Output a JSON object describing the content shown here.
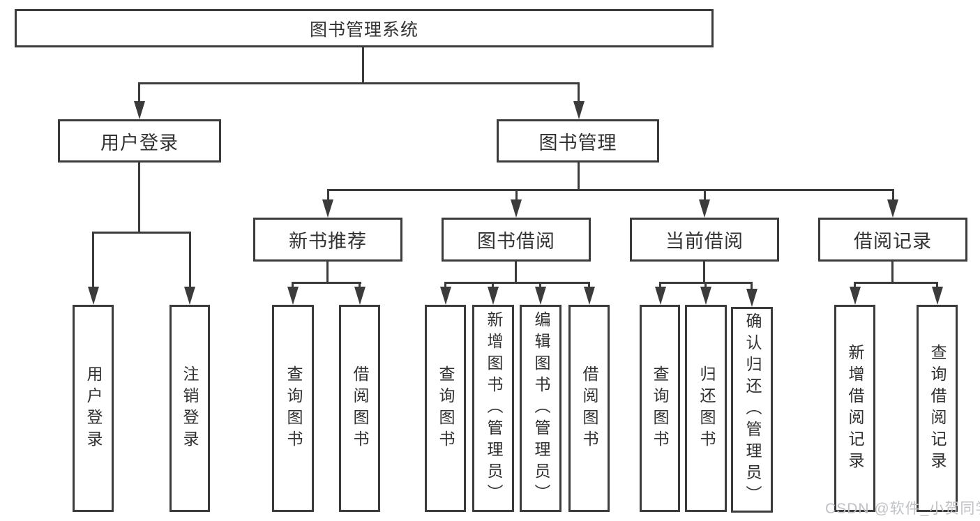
{
  "diagram": {
    "title": "图书管理系统",
    "branches": [
      {
        "label": "用户登录",
        "children": [
          {
            "label": "用户登录"
          },
          {
            "label": "注销登录"
          }
        ]
      },
      {
        "label": "图书管理",
        "sections": [
          {
            "label": "新书推荐",
            "children": [
              {
                "label": "查询图书"
              },
              {
                "label": "借阅图书"
              }
            ]
          },
          {
            "label": "图书借阅",
            "children": [
              {
                "label": "查询图书"
              },
              {
                "label": "新增图书（管理员）"
              },
              {
                "label": "编辑图书（管理员）"
              },
              {
                "label": "借阅图书"
              }
            ]
          },
          {
            "label": "当前借阅",
            "children": [
              {
                "label": "查询图书"
              },
              {
                "label": "归还图书"
              },
              {
                "label": "确认归还（管理员）"
              }
            ]
          },
          {
            "label": "借阅记录",
            "children": [
              {
                "label": "新增借阅记录"
              },
              {
                "label": "查询借阅记录"
              }
            ]
          }
        ]
      }
    ]
  },
  "watermark": {
    "text": "CSDN @软件_小贺同学"
  },
  "colors": {
    "line": "#3b3b3b",
    "text": "#313131",
    "watermark": "#bfc1c5",
    "background": "#ffffff"
  }
}
